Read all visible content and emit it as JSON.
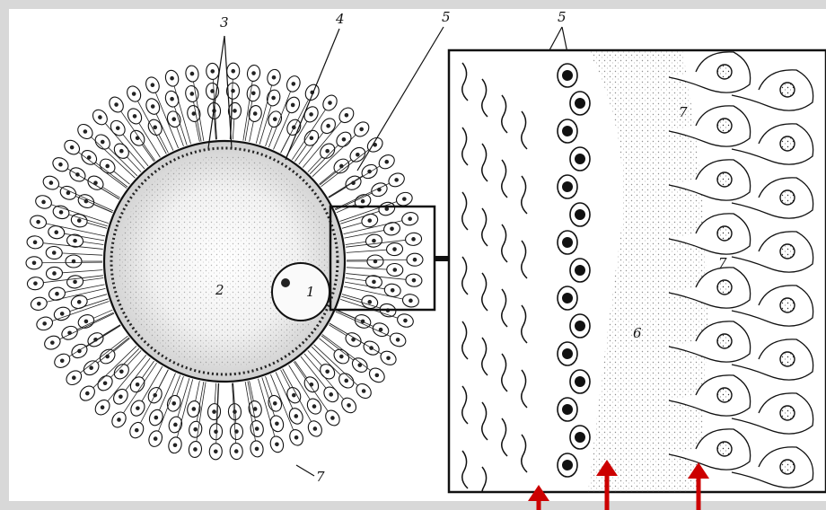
{
  "figure": {
    "labels": {
      "nucleus": "1",
      "ooplasm": "2",
      "corona_cells": "3",
      "zona_pellucida": "4",
      "microvilli": "5",
      "zona_enlarged": "6",
      "follicle_cell": "7"
    },
    "colors": {
      "background_frame": "#d8d8d8",
      "paper": "#ffffff",
      "ink": "#111111",
      "arrow_red": "#cc0000"
    },
    "annotations": {
      "red_arrows_count": 3
    }
  }
}
